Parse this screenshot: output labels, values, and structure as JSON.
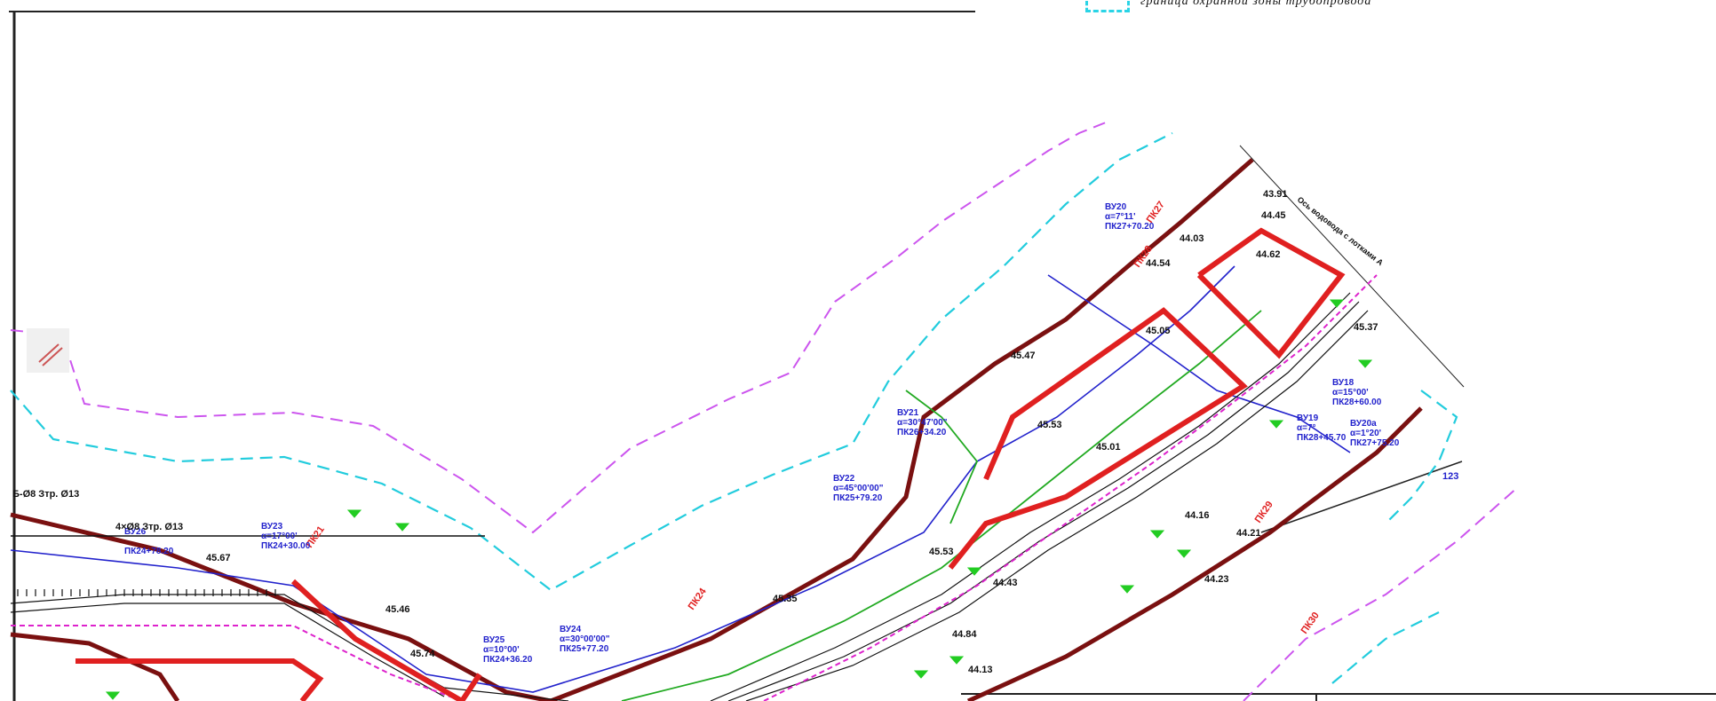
{
  "legend": {
    "text": "граница охранной зоны трубопровода"
  },
  "colors": {
    "buffer_zone": "#1fd1e0",
    "boundary": "#cc44ee",
    "red_line": "#e02020",
    "darkred_line": "#7a1010",
    "blue_line": "#2020cc",
    "green_line": "#22aa22",
    "background": "#ffffff"
  },
  "elevations": [
    {
      "text": "43.91"
    },
    {
      "text": "44.45"
    },
    {
      "text": "44.03"
    },
    {
      "text": "44.62"
    },
    {
      "text": "45.47"
    },
    {
      "text": "45.05"
    },
    {
      "text": "45.53"
    },
    {
      "text": "45.01"
    },
    {
      "text": "44.54"
    },
    {
      "text": "45.67"
    },
    {
      "text": "45.46"
    },
    {
      "text": "45.74"
    },
    {
      "text": "44.84"
    },
    {
      "text": "44.13"
    },
    {
      "text": "44.43"
    },
    {
      "text": "45.53"
    },
    {
      "text": "44.16"
    },
    {
      "text": "44.21"
    },
    {
      "text": "44.23"
    },
    {
      "text": "45.37"
    }
  ],
  "angle_labels": [
    {
      "id": "ВУ20",
      "angle": "α=7°11'",
      "pk": "ПК27+70.20"
    },
    {
      "id": "ВУ21",
      "angle": "α=30°47'00\"",
      "pk": "ПК26+34.20"
    },
    {
      "id": "ВУ22",
      "angle": "α=45°00'00\"",
      "pk": "ПК25+79.20"
    },
    {
      "id": "ВУ23",
      "angle": "α=17°00'",
      "pk": "ПК24+30.00"
    },
    {
      "id": "ВУ24",
      "angle": "α=30°00'00\"",
      "pk": "ПК25+77.20"
    },
    {
      "id": "ВУ25",
      "angle": "α=10°00'",
      "pk": "ПК24+36.20"
    },
    {
      "id": "ВУ26",
      "angle": "",
      "pk": "ПК24+78.20"
    },
    {
      "id": "ВУ18",
      "angle": "α=15°00'",
      "pk": "ПК28+60.00"
    },
    {
      "id": "ВУ19",
      "angle": "α=7°",
      "pk": "ПК28+45.70"
    },
    {
      "id": "ВУ20a",
      "angle": "α=1°20'",
      "pk": "ПК27+75.20"
    }
  ],
  "misc_labels": [
    {
      "text": "Б-Ø8 Зтр. Ø13"
    },
    {
      "text": "4×Ø8 Зтр. Ø13"
    },
    {
      "text": "45.35"
    },
    {
      "text": "123"
    },
    {
      "text": "Ось водовода с лотками А"
    }
  ]
}
